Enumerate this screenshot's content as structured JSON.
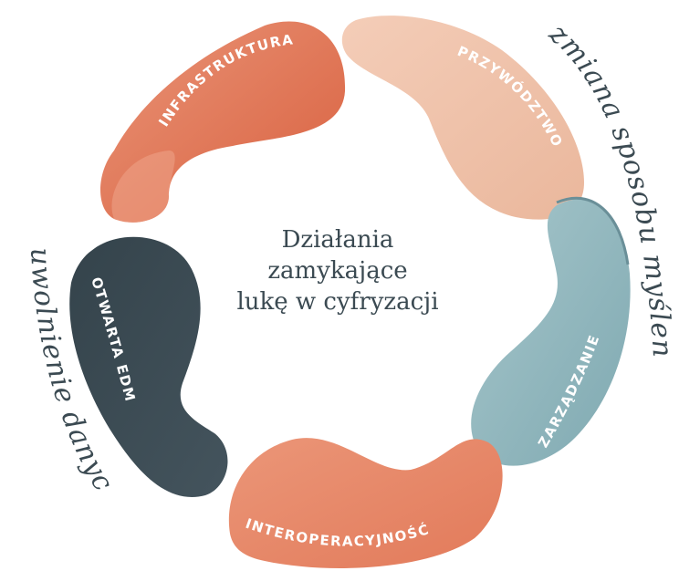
{
  "center": {
    "line1": "Działania",
    "line2": "zamykające",
    "line3": "lukę w cyfryzacji"
  },
  "segments": [
    {
      "label": "INFRASTRUKTURA",
      "color": "#e07a5c"
    },
    {
      "label": "PRZYWÓDZTWO",
      "color": "#f1c2aa"
    },
    {
      "label": "ZARZĄDZANIE",
      "color": "#8fb5bc"
    },
    {
      "label": "INTEROPERACYJNOŚĆ",
      "color": "#e8886a"
    },
    {
      "label": "OTWARTA EDM",
      "color": "#3d4d56"
    }
  ],
  "outer_labels": {
    "right": "zmiana sposobu myślenia",
    "left": "uwolnienie danych"
  }
}
